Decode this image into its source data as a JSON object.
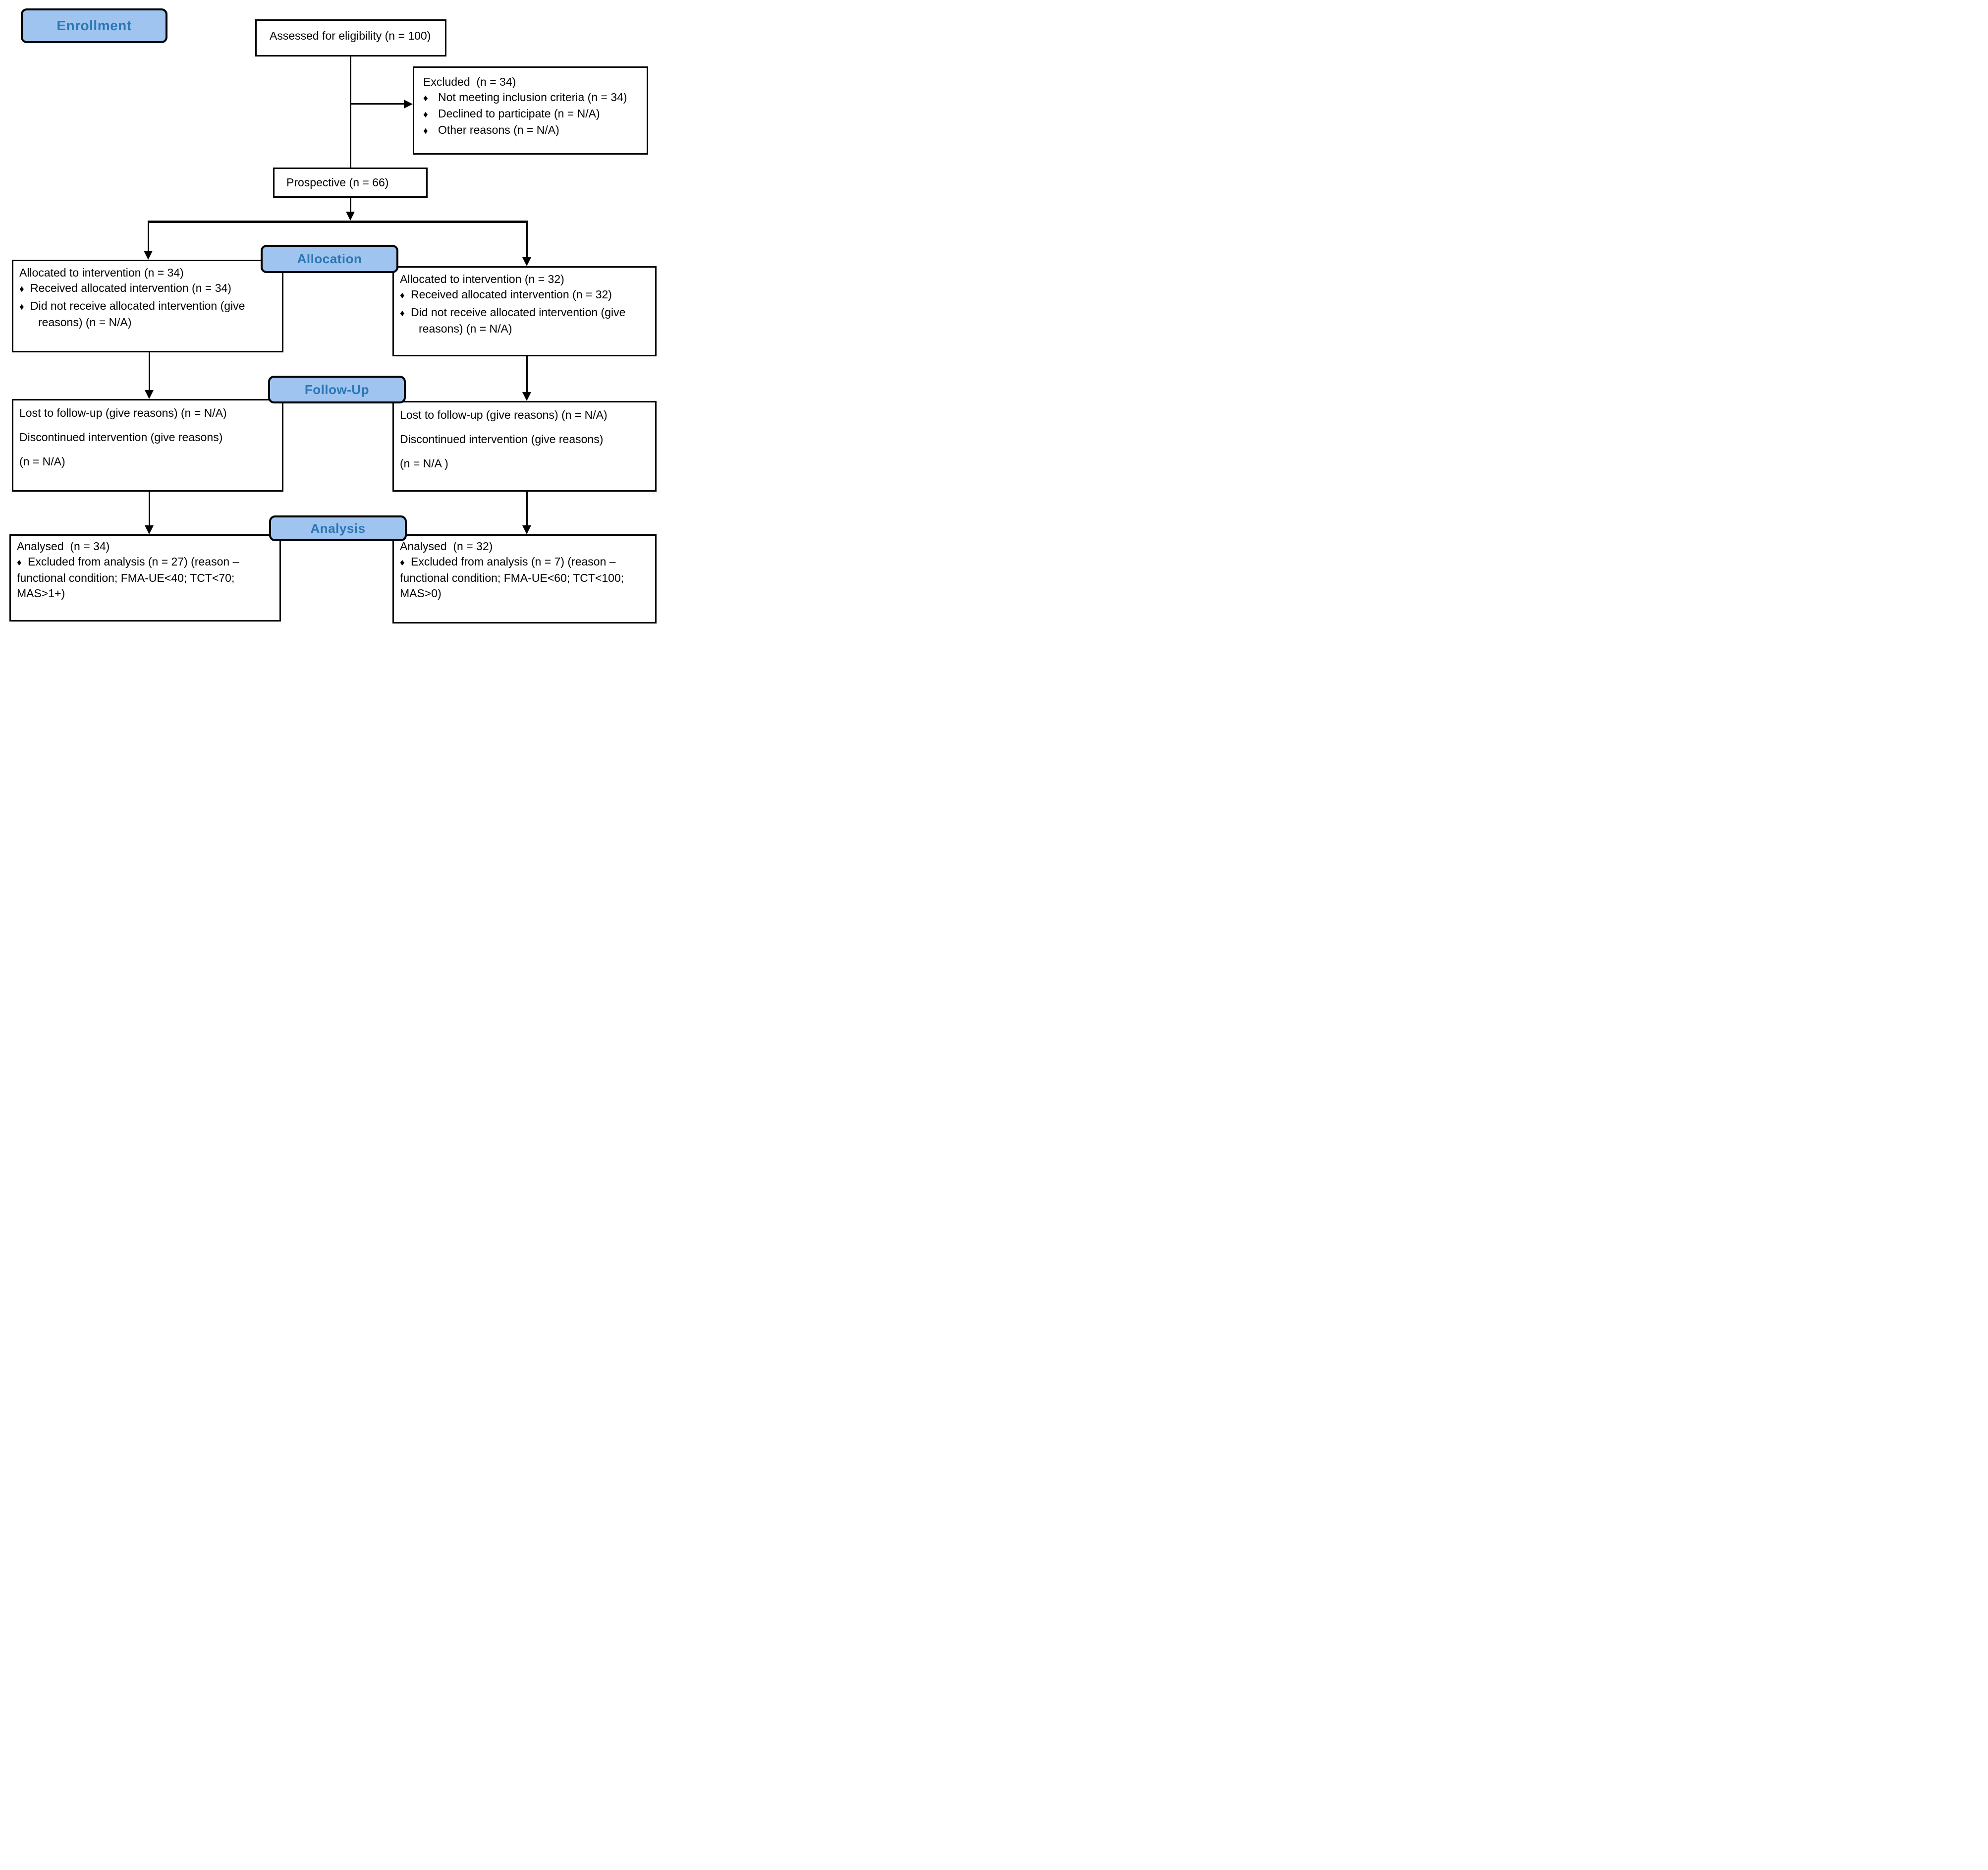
{
  "phases": {
    "enrollment": "Enrollment",
    "allocation": "Allocation",
    "followup": "Follow-Up",
    "analysis": "Analysis"
  },
  "colors": {
    "label_fill": "#9EC4EF",
    "label_text": "#2C76B4",
    "line_color": "#000000"
  },
  "boxes": {
    "assessed": {
      "lines": [
        {
          "m": "",
          "t": "Assessed for eligibility (n = 100)"
        }
      ]
    },
    "excluded": {
      "lines": [
        {
          "m": "",
          "t": "Excluded  (n = 34)"
        },
        {
          "m": "♦",
          "t": "Not meeting inclusion criteria (n = 34)"
        },
        {
          "m": "♦",
          "t": "Declined to participate (n = N/A)"
        },
        {
          "m": "♦",
          "t": "Other reasons (n = N/A)"
        }
      ]
    },
    "prospective": {
      "lines": [
        {
          "m": "",
          "t": "Prospective (n = 66)"
        }
      ]
    },
    "alloc_left": {
      "lines": [
        {
          "m": "",
          "t": "Allocated to intervention (n = 34)"
        },
        {
          "m": "♦",
          "t": "Received allocated intervention (n = 34)"
        },
        {
          "m": "♦",
          "t": "Did not receive allocated intervention (give"
        },
        {
          "m": "",
          "t": "reasons) (n = N/A)"
        }
      ]
    },
    "alloc_right": {
      "lines": [
        {
          "m": "",
          "t": "Allocated to intervention (n = 32)"
        },
        {
          "m": "♦",
          "t": "Received allocated intervention (n = 32)"
        },
        {
          "m": "♦",
          "t": "Did not receive allocated intervention (give"
        },
        {
          "m": "",
          "t": "reasons) (n = N/A)"
        }
      ]
    },
    "followup_left": {
      "lines": [
        {
          "m": "",
          "t": "Lost to follow-up (give reasons) (n = N/A)"
        },
        {
          "m": "",
          "t": "Discontinued intervention (give reasons)"
        },
        {
          "m": "",
          "t": "(n = N/A)"
        }
      ]
    },
    "followup_right": {
      "lines": [
        {
          "m": "",
          "t": "Lost to follow-up (give reasons) (n = N/A)"
        },
        {
          "m": "",
          "t": "Discontinued intervention (give reasons)"
        },
        {
          "m": "",
          "t": "(n = N/A )"
        }
      ]
    },
    "analysis_left": {
      "lines": [
        {
          "m": "",
          "t": "Analysed  (n = 34)"
        },
        {
          "m": "♦",
          "t": "Excluded from analysis (n = 27) (reason –"
        },
        {
          "m": "",
          "t": "functional condition; FMA-UE<40; TCT<70;"
        },
        {
          "m": "",
          "t": "MAS>1+)"
        }
      ]
    },
    "analysis_right": {
      "lines": [
        {
          "m": "",
          "t": "Analysed  (n = 32)"
        },
        {
          "m": "♦",
          "t": "Excluded from analysis (n = 7) (reason –"
        },
        {
          "m": "",
          "t": "functional condition; FMA-UE<60; TCT<100;"
        },
        {
          "m": "",
          "t": "MAS>0)"
        }
      ]
    }
  }
}
